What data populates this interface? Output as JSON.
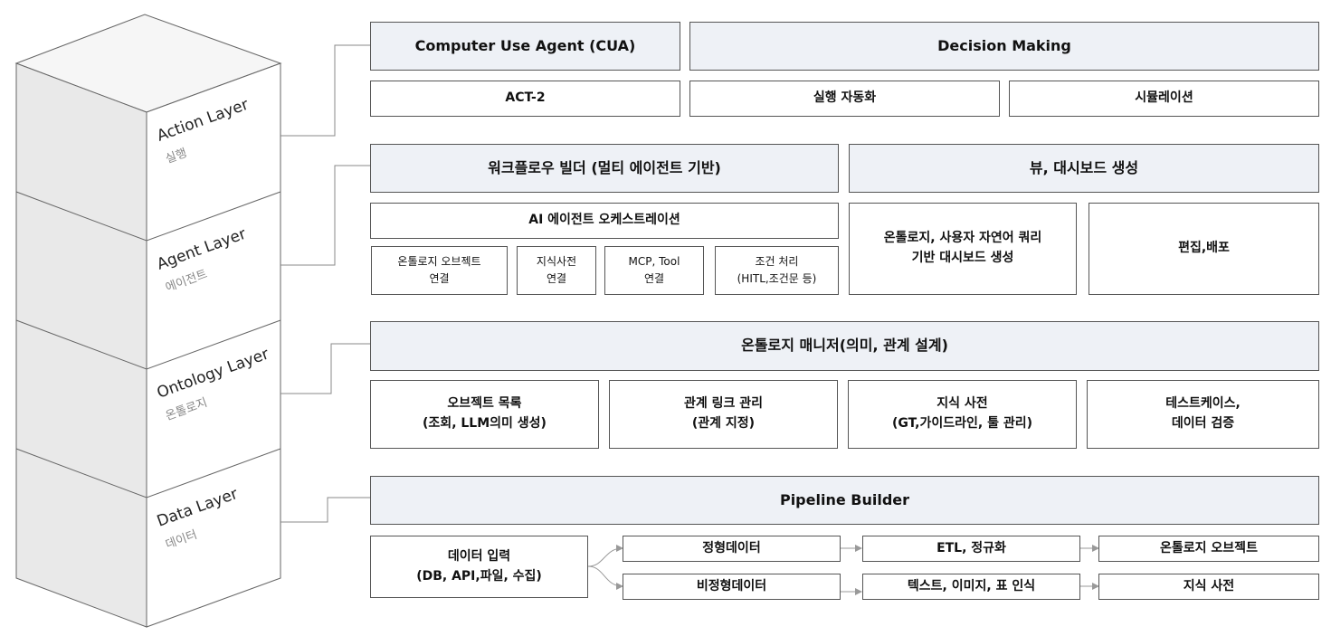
{
  "layers": [
    {
      "title": "Action Layer",
      "sub": "실행"
    },
    {
      "title": "Agent Layer",
      "sub": "에이전트"
    },
    {
      "title": "Ontology Layer",
      "sub": "온톨로지"
    },
    {
      "title": "Data Layer",
      "sub": "데이터"
    }
  ],
  "action": {
    "cua": "Computer Use Agent (CUA)",
    "decision": "Decision Making",
    "act2": "ACT-2",
    "automation": "실행 자동화",
    "simulation": "시뮬레이션"
  },
  "agent": {
    "workflow": "워크플로우 빌더 (멀티 에이전트 기반)",
    "dashboard": "뷰, 대시보드 생성",
    "orchestration": "AI 에이전트 오케스트레이션",
    "obj_link": "온톨로지 오브젝트\n연결",
    "dict_link": "지식사전\n연결",
    "mcp_link": "MCP, Tool\n연결",
    "condition": "조건 처리\n(HITL,조건문 등)",
    "nl_query": "온톨로지, 사용자 자연어 쿼리\n기반 대시보드 생성",
    "edit_deploy": "편집,배포"
  },
  "ontology": {
    "manager": "온톨로지 매니저(의미, 관계 설계)",
    "objects": "오브젝트 목록\n(조회, LLM의미 생성)",
    "links": "관계 링크 관리\n(관계 지정)",
    "knowledge": "지식 사전\n(GT,가이드라인, 툴 관리)",
    "testcases": "테스트케이스,\n데이터 검증"
  },
  "data": {
    "pipeline": "Pipeline Builder",
    "input": "데이터 입력\n(DB, API,파일, 수집)",
    "structured": "정형데이터",
    "unstructured": "비정형데이터",
    "etl": "ETL, 정규화",
    "recognition": "텍스트, 이미지, 표 인식",
    "ontology_object": "온톨로지 오브젝트",
    "knowledge_dict": "지식 사전"
  }
}
